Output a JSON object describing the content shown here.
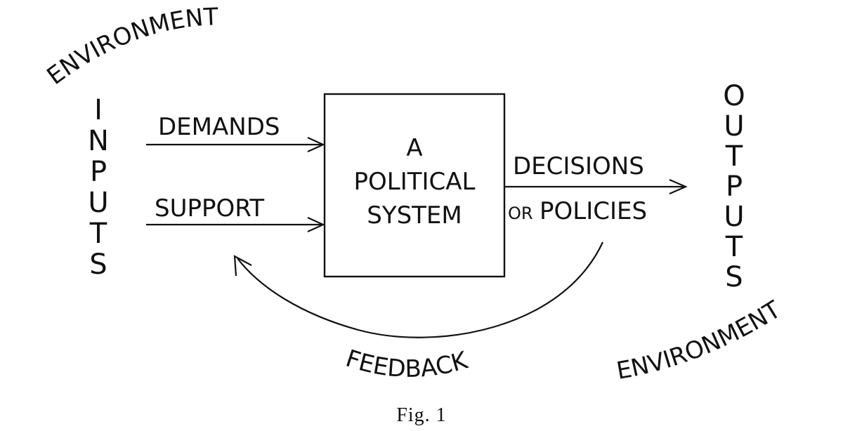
{
  "environment_top": "ENVIRONMENT",
  "environment_bottom": "ENVIRONMENT",
  "inputs_letters": [
    "I",
    "N",
    "P",
    "U",
    "T",
    "S"
  ],
  "outputs_letters": [
    "O",
    "U",
    "T",
    "P",
    "U",
    "T",
    "S"
  ],
  "demands": "DEMANDS",
  "support": "SUPPORT",
  "system_lines": [
    "A",
    "POLITICAL",
    "SYSTEM"
  ],
  "decisions": "DECISIONS",
  "or_label": "OR",
  "policies": "POLICIES",
  "feedback": "FEEDBACK",
  "caption": "Fig. 1"
}
